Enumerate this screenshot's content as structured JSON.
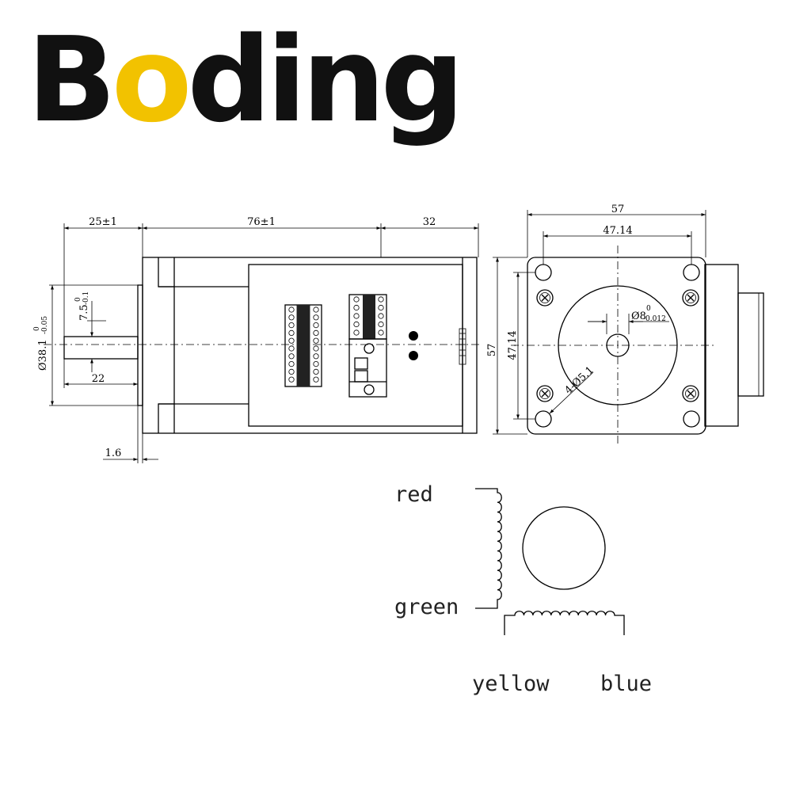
{
  "brand": {
    "letters": [
      "B",
      "o",
      "d",
      "i",
      "n",
      "g"
    ],
    "colors": {
      "text": "#111111",
      "accent": "#f2c200"
    }
  },
  "dimensions": {
    "shaft_extension": "25±1",
    "body_length": "76±1",
    "driver_length": "32",
    "shaft_length": "22",
    "flange_thickness": "1.6",
    "pilot_diameter": "Ø38.1",
    "pilot_tol_upper": "0",
    "pilot_tol_lower": "-0.05",
    "flat_depth": "7.5",
    "flat_tol_upper": "0",
    "flat_tol_lower": "-0.1",
    "frame_width": "57",
    "hole_spacing": "47.14",
    "frame_height": "57",
    "hole_spacing_vertical": "47.14",
    "shaft_diameter": "Ø8",
    "shaft_tol_upper": "0",
    "shaft_tol_lower": "-0.012",
    "mounting_holes": "4-Ø5.1"
  },
  "wiring": {
    "red": "red",
    "green": "green",
    "yellow": "yellow",
    "blue": "blue"
  }
}
